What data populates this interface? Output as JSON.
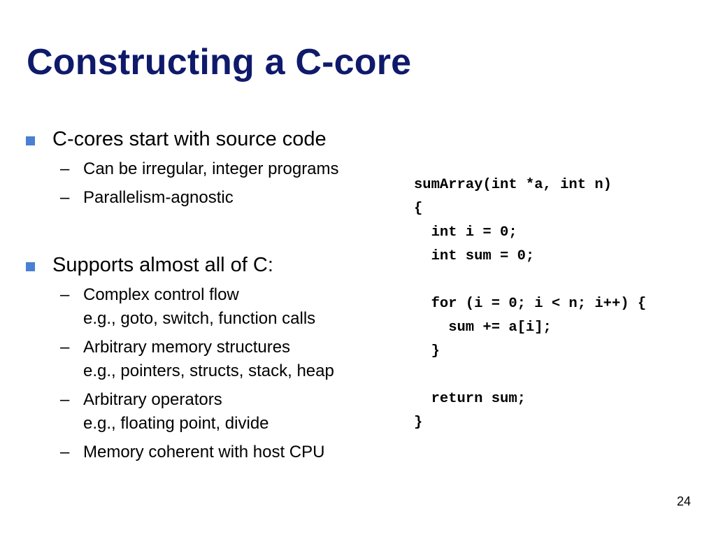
{
  "slide": {
    "title": "Constructing a C-core",
    "page_number": "24"
  },
  "bullets": [
    {
      "text": "C-cores start with source code",
      "subs": [
        {
          "line1": "Can be irregular, integer programs"
        },
        {
          "line1": "Parallelism-agnostic"
        }
      ]
    },
    {
      "text": "Supports almost all of C:",
      "subs": [
        {
          "line1": "Complex control flow",
          "line2": "e.g., goto, switch, function calls"
        },
        {
          "line1": "Arbitrary memory structures",
          "line2": "e.g., pointers, structs, stack, heap"
        },
        {
          "line1": "Arbitrary operators",
          "line2": "e.g., floating point, divide"
        },
        {
          "line1": "Memory coherent with host CPU"
        }
      ]
    }
  ],
  "code": {
    "lines": [
      "sumArray(int *a, int n)",
      "{",
      "  int i = 0;",
      "  int sum = 0;",
      "",
      "  for (i = 0; i < n; i++) {",
      "    sum += a[i];",
      "  }",
      "",
      "  return sum;",
      "}"
    ]
  },
  "style": {
    "title_color": "#0f1a6b",
    "bullet_color": "#4a7fd4",
    "text_color": "#000000",
    "background": "#ffffff"
  }
}
